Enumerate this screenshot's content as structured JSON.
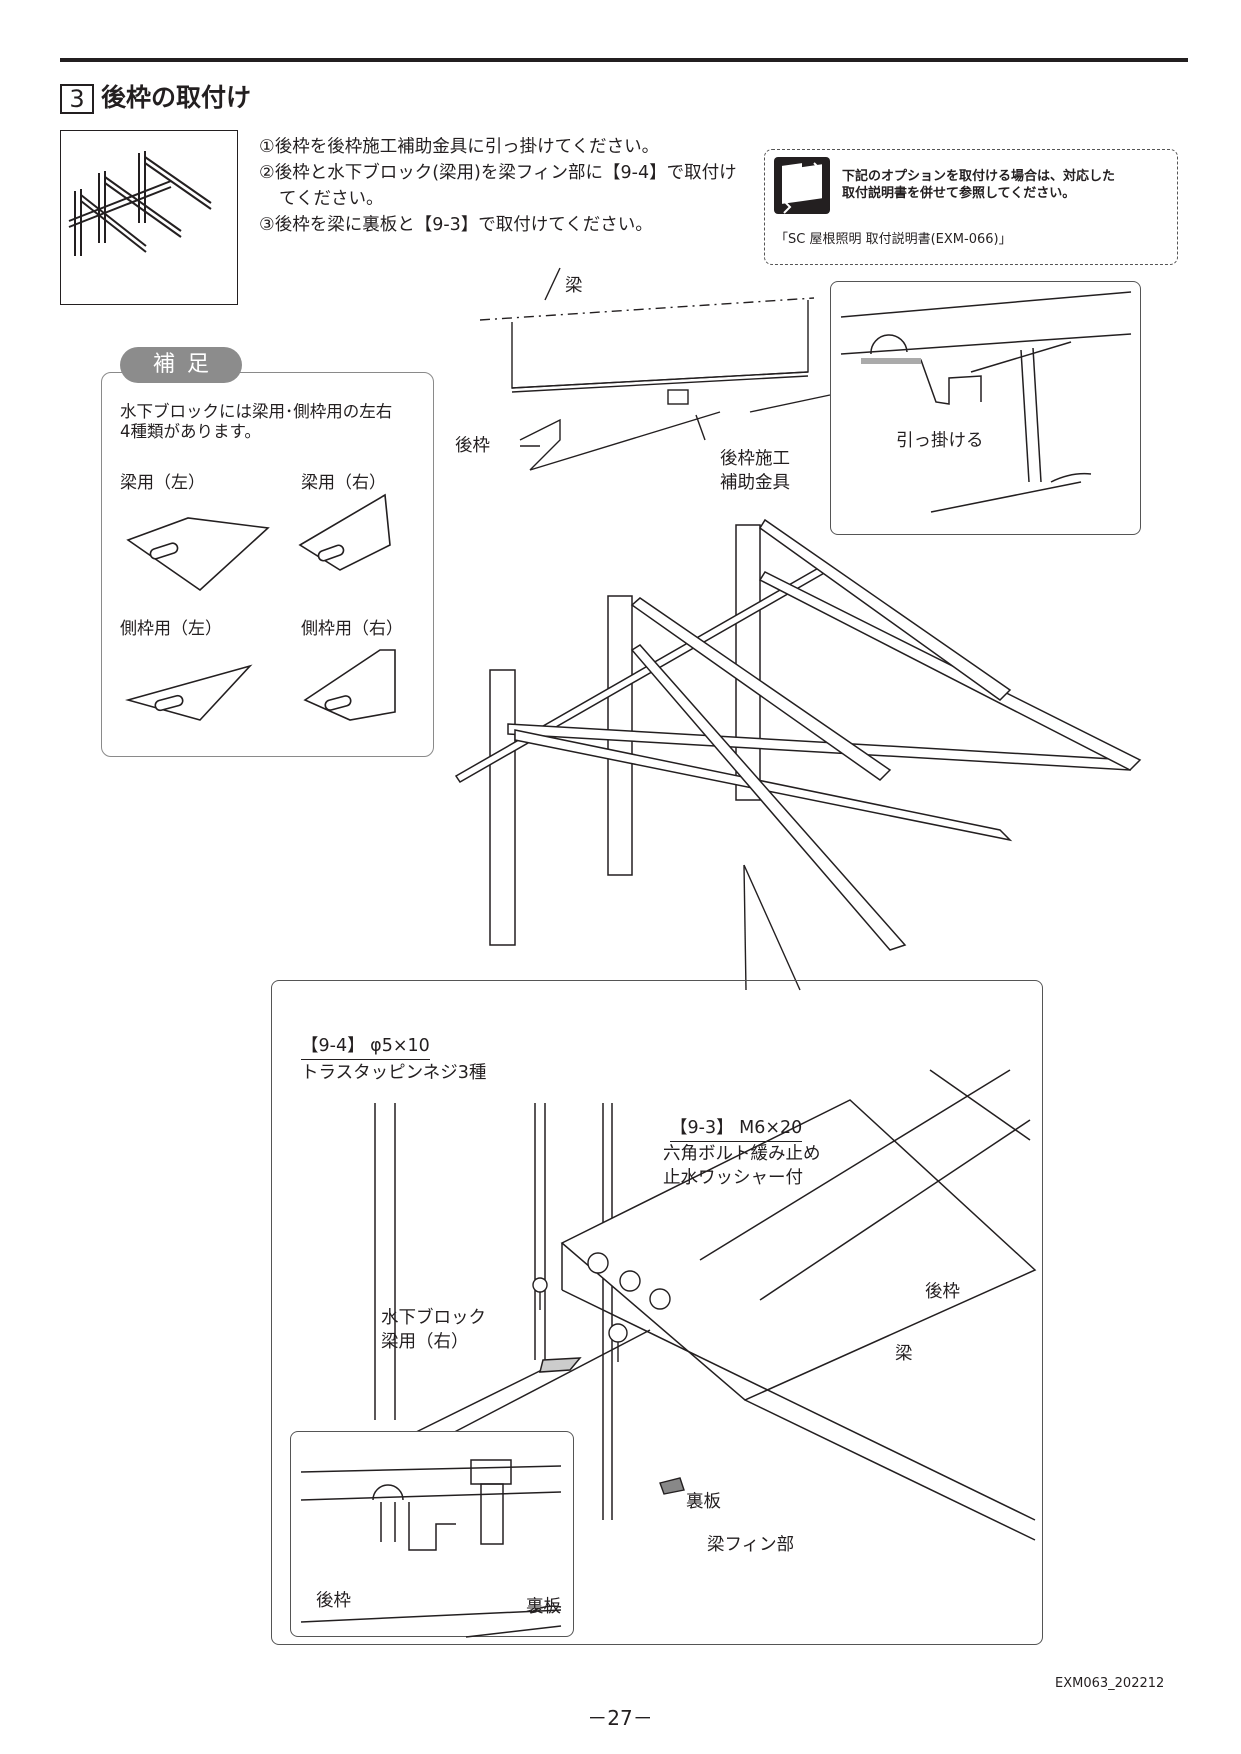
{
  "section": {
    "number": "3",
    "title": "後枠の取付け"
  },
  "steps": [
    "①後枠を後枠施工補助金具に引っ掛けてください。",
    "②後枠と水下ブロック(梁用)を梁フィン部に【9-4】で取付け",
    "てください。",
    "③後枠を梁に裏板と【9-3】で取付けてください。"
  ],
  "option_box": {
    "line1": "下記のオプションを取付ける場合は、対応した",
    "line2": "取付説明書を併せて参照してください。",
    "reference": "「SC 屋根照明 取付説明書(EXM-066)」"
  },
  "supplement": {
    "badge": "補足",
    "text_line1": "水下ブロックには梁用･側枠用の左右",
    "text_line2": "4種類があります。",
    "items": [
      "梁用（左）",
      "梁用（右）",
      "側枠用（左）",
      "側枠用（右）"
    ]
  },
  "top_diagram": {
    "beam_label": "梁",
    "rear_frame_label": "後枠",
    "bracket_label_1": "後枠施工",
    "bracket_label_2": "補助金具",
    "hook_label": "引っ掛ける"
  },
  "detail": {
    "screw_code": "【9-4】 φ5×10",
    "screw_desc": "トラスタッピンネジ3種",
    "bolt_code": "【9-3】 M6×20",
    "bolt_desc_1": "六角ボルト緩み止め",
    "bolt_desc_2": "止水ワッシャー付",
    "rear_frame": "後枠",
    "beam": "梁",
    "block_1": "水下ブロック",
    "block_2": "梁用（右）",
    "back_plate": "裏板",
    "beam_fin": "梁フィン部",
    "inset_back_plate": "裏板",
    "inset_rear_frame": "後枠"
  },
  "footer": {
    "doc_code": "EXM063_202212",
    "page_number": "－27－"
  }
}
